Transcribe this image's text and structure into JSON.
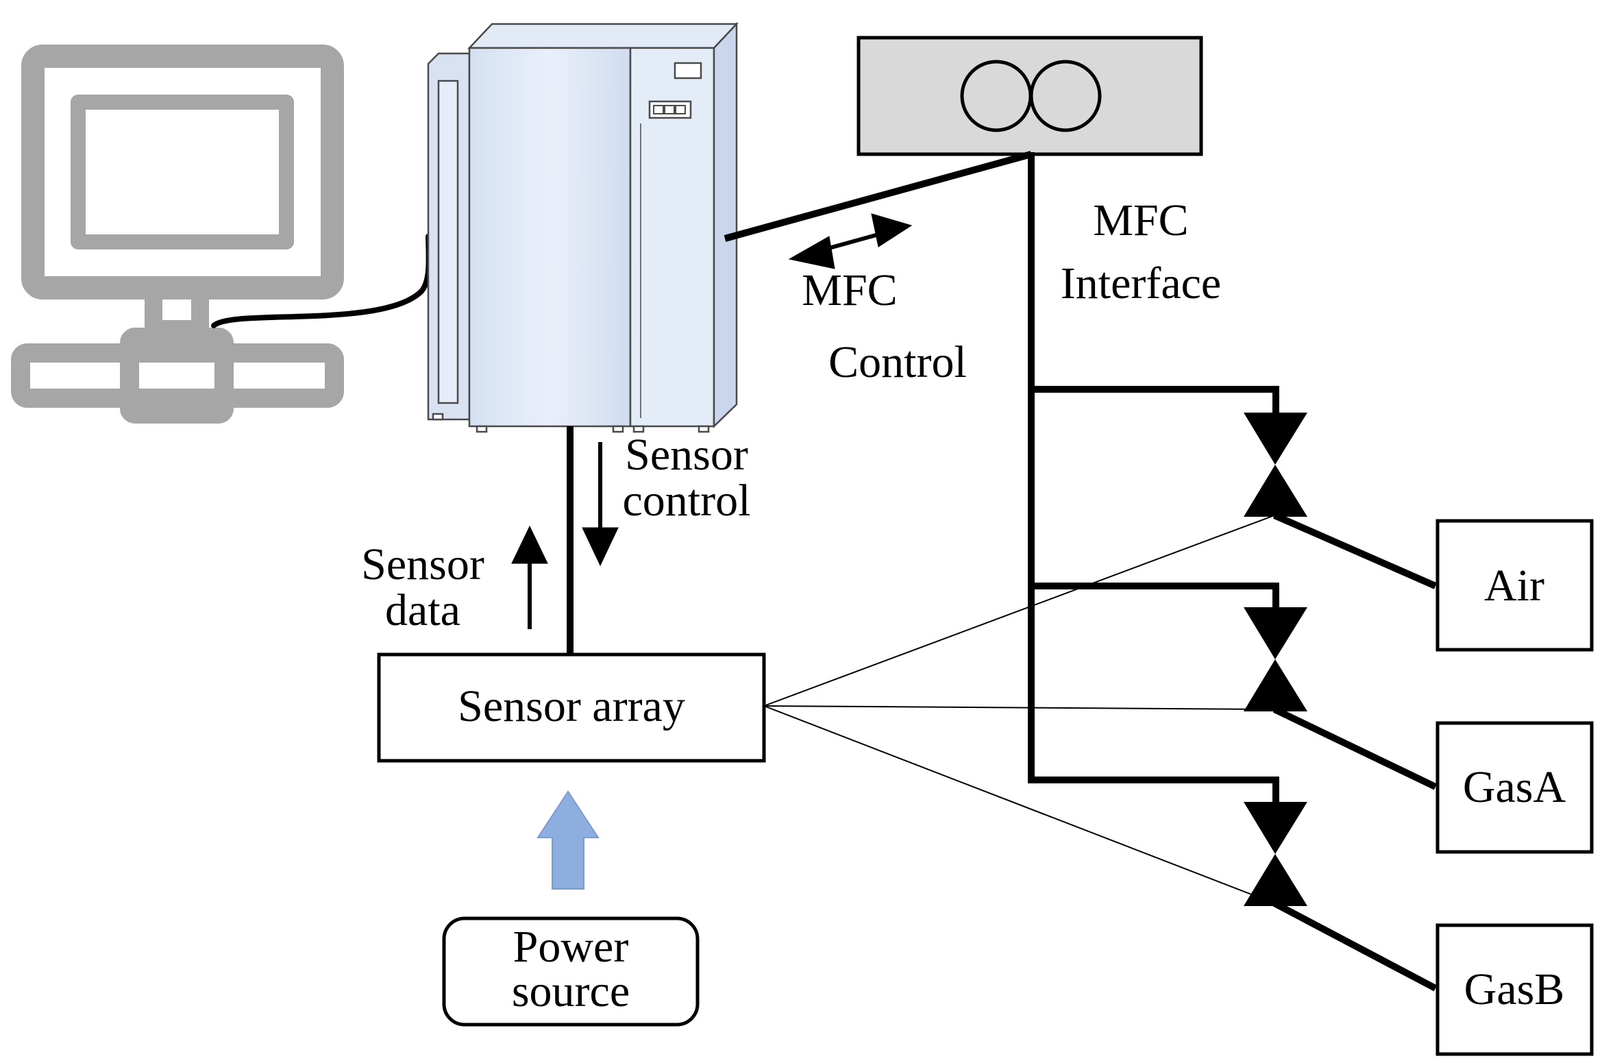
{
  "labels": {
    "mfc_control_line1": "MFC",
    "mfc_control_line2": "Control",
    "mfc_interface_line1": "MFC",
    "mfc_interface_line2": "Interface",
    "sensor_control_line1": "Sensor",
    "sensor_control_line2": "control",
    "sensor_data_line1": "Sensor",
    "sensor_data_line2": "data",
    "sensor_array": "Sensor array",
    "power_source_line1": "Power",
    "power_source_line2": "source"
  },
  "gases": [
    "Air",
    "GasA",
    "GasB"
  ],
  "colors": {
    "line": "#000000",
    "computer_gray": "#a6a6a6",
    "server_body": "#dce6f4",
    "server_edge": "#4a4a4a",
    "mfc_box_fill": "#d9d9d9",
    "power_arrow": "#8eaee0"
  },
  "icons": [
    "computer-icon",
    "server-icon",
    "mfc-icon",
    "valve-icon"
  ]
}
